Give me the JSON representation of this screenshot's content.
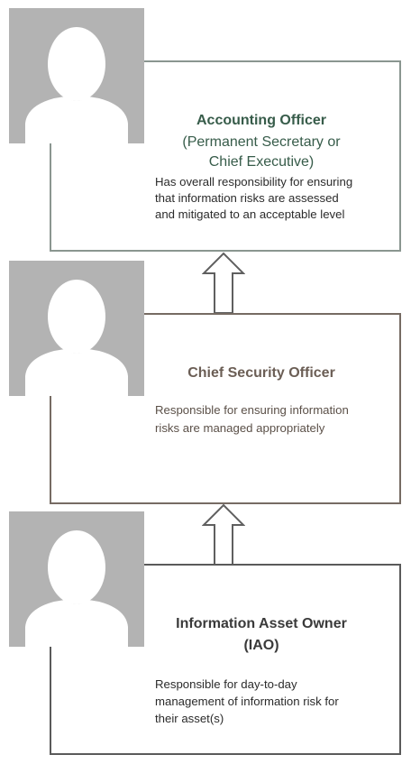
{
  "roles": [
    {
      "title": "Accounting Officer",
      "subtitle_line1": "(Permanent Secretary or",
      "subtitle_line2": "Chief Executive)",
      "desc_line1": "Has overall responsibility for ensuring",
      "desc_line2": "that information risks are assessed",
      "desc_line3": "and mitigated to an acceptable level",
      "avatar_icon": "person-silhouette-icon",
      "title_color": "#375c4a",
      "border_color": "#8a9690"
    },
    {
      "title": "Chief Security Officer",
      "desc_line1": "Responsible for ensuring information",
      "desc_line2": "risks are managed appropriately",
      "avatar_icon": "person-silhouette-icon",
      "title_color": "#6b5e55",
      "border_color": "#766b63"
    },
    {
      "title_line1": "Information Asset Owner",
      "title_line2": "(IAO)",
      "desc_line1": "Responsible for day-to-day",
      "desc_line2": "management of information risk for",
      "desc_line3": "their asset(s)",
      "avatar_icon": "person-silhouette-icon",
      "title_color": "#3a3a3a",
      "border_color": "#5a5a5a"
    }
  ],
  "arrows": [
    {
      "direction": "up",
      "icon": "up-arrow-icon"
    },
    {
      "direction": "up",
      "icon": "up-arrow-icon"
    }
  ]
}
